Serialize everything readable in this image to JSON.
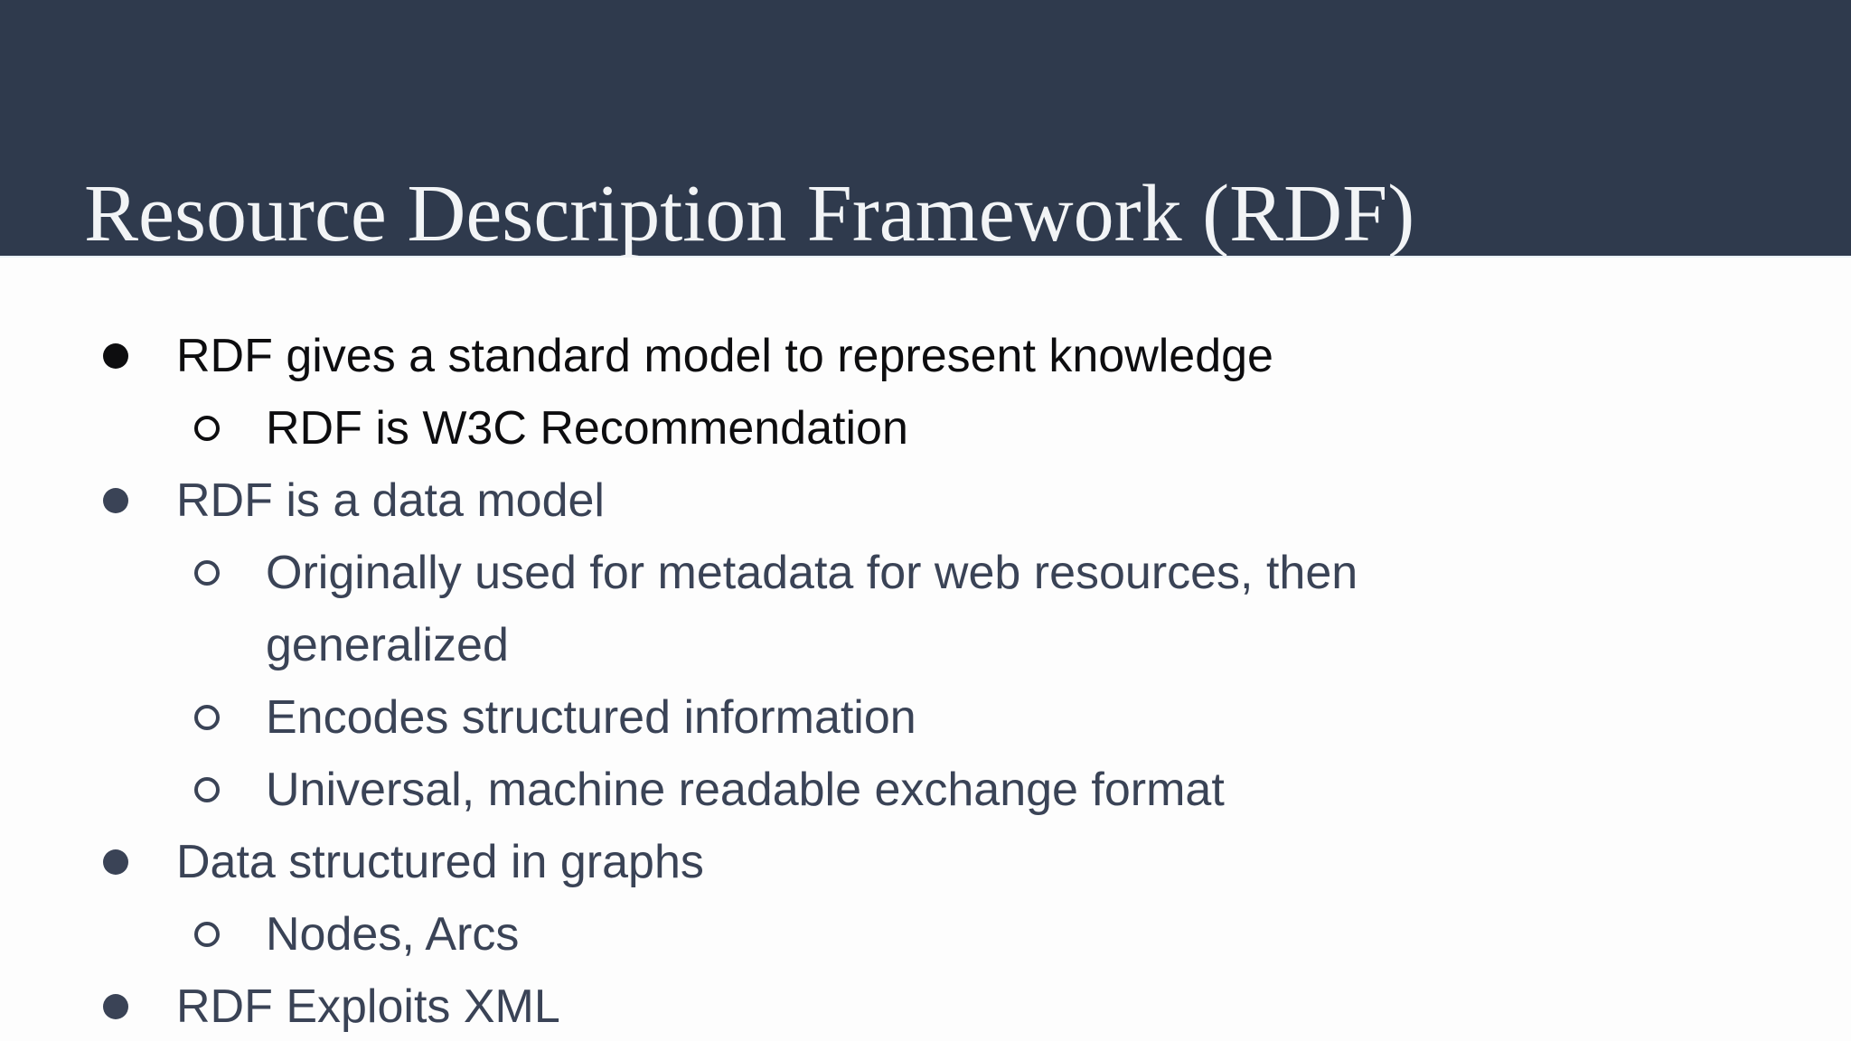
{
  "slide": {
    "title": "Resource Description Framework (RDF)",
    "theme": {
      "band_color": "#2f3a4d",
      "title_color": "#f2f4f6",
      "body_bg": "#fdfdfd",
      "primary_text": "#0d0d0f",
      "secondary_text": "#3a4356"
    },
    "bullets": [
      {
        "level": 1,
        "tone": "primary_text",
        "text": "RDF gives a standard model to represent knowledge"
      },
      {
        "level": 2,
        "tone": "primary_text",
        "text": "RDF is W3C Recommendation"
      },
      {
        "level": 1,
        "tone": "secondary_text",
        "text": "RDF is a data model"
      },
      {
        "level": 2,
        "tone": "secondary_text",
        "text": "Originally used for metadata for web resources, then generalized"
      },
      {
        "level": 2,
        "tone": "secondary_text",
        "text": "Encodes structured information"
      },
      {
        "level": 2,
        "tone": "secondary_text",
        "text": "Universal, machine readable exchange format"
      },
      {
        "level": 1,
        "tone": "secondary_text",
        "text": "Data structured in graphs"
      },
      {
        "level": 2,
        "tone": "secondary_text",
        "text": "Nodes, Arcs"
      },
      {
        "level": 1,
        "tone": "secondary_text",
        "text": "RDF Exploits XML"
      }
    ]
  }
}
